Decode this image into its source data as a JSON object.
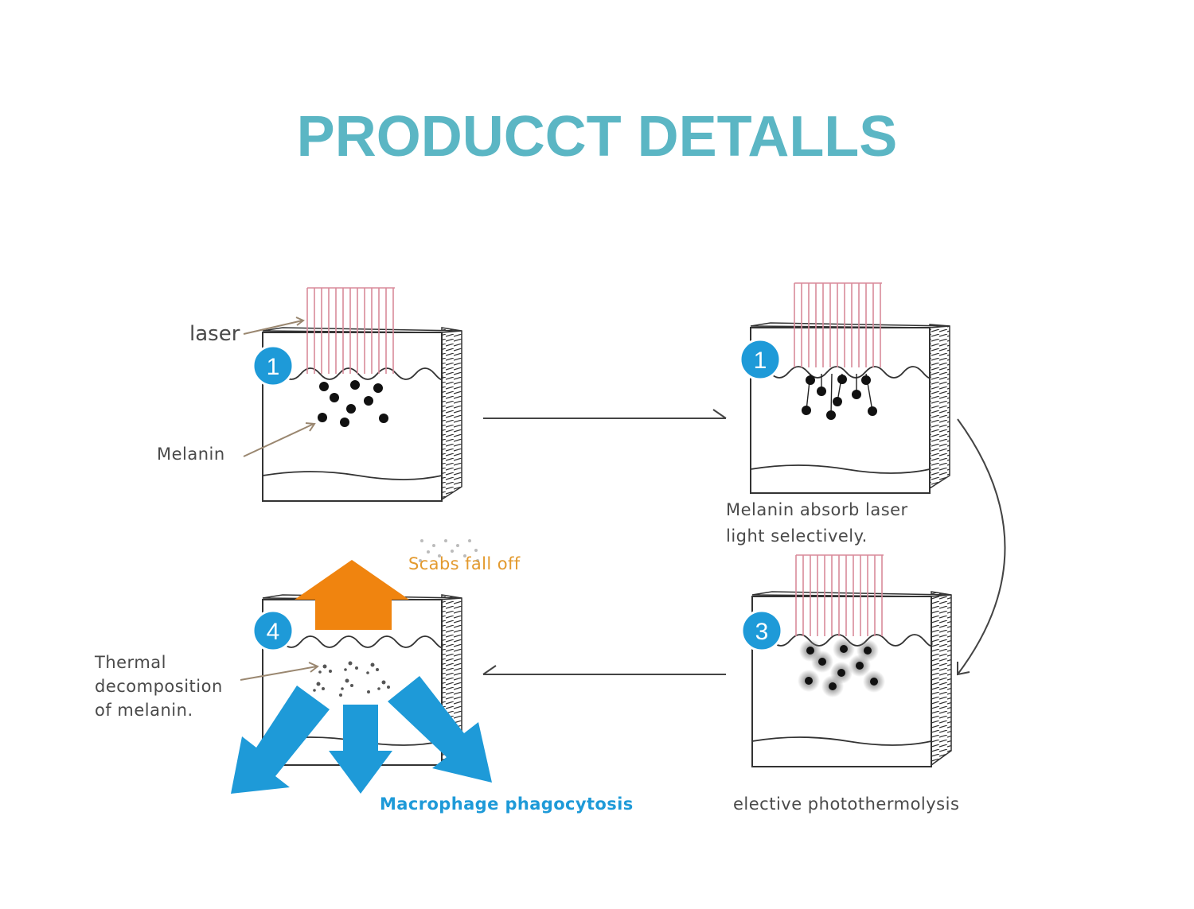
{
  "title": "PRODUCCT DETALLS",
  "steps": [
    {
      "number": "1"
    },
    {
      "number": "1"
    },
    {
      "number": "3"
    },
    {
      "number": "4"
    }
  ],
  "labels": {
    "laser": "laser",
    "melanin": "Melanin",
    "absorb_line1": "Melanin absorb laser",
    "absorb_line2": "light selectively.",
    "photothermolysis": "elective photothermolysis",
    "scabs": "Scabs fall off",
    "thermal_line1": "Thermal",
    "thermal_line2": "decomposition",
    "thermal_line3": "of melanin.",
    "macrophage": "Macrophage phagocytosis"
  },
  "colors": {
    "title": "#5bb6c4",
    "badge": "#1e9ad8",
    "laser_lines": "#d98a9a",
    "orange_arrow": "#f0840f",
    "blue_arrow": "#1e9ad8"
  }
}
